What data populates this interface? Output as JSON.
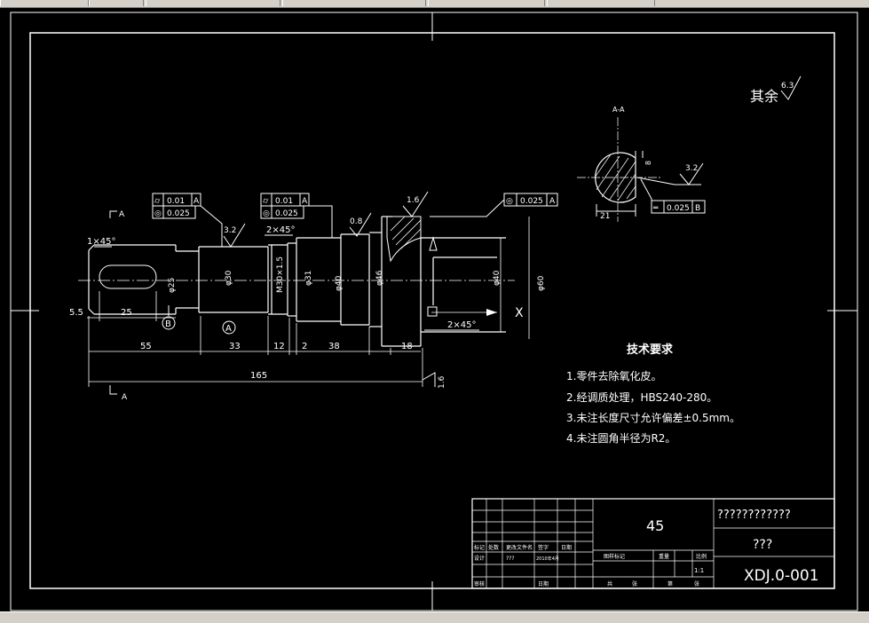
{
  "drawing": {
    "roughness_other_label": "其余",
    "roughness_other_value": "6.3",
    "section_title": "A-A",
    "section_label_start": "A",
    "section_label_end": "A",
    "chamfer_left": "1×45°",
    "chamfer_mid": "2×45°",
    "chamfer_right": "2×45°",
    "gt1": {
      "sym1": "⌭",
      "val1": "0.01",
      "ref1": "A",
      "sym2": "◎",
      "val2": "0.025"
    },
    "gt2": {
      "sym1": "⌭",
      "val1": "0.01",
      "ref1": "A",
      "sym2": "◎",
      "val2": "0.025"
    },
    "gt3": {
      "sym": "◎",
      "val": "0.025",
      "ref": "A"
    },
    "gt4": {
      "sym": "═",
      "val": "0.025",
      "ref": "B"
    },
    "rough1": "3.2",
    "rough2": "0.8",
    "rough3": "1.6",
    "rough4": "1.6",
    "rough5": "3.2",
    "datum_a": "A",
    "datum_b": "B",
    "dims": {
      "d1": "5.5",
      "d2": "25",
      "d3": "55",
      "d4": "33",
      "d5": "12",
      "d6": "2",
      "d7": "38",
      "d8": "18",
      "total": "165",
      "dia1": "φ25",
      "dia2": "φ30",
      "dia3": "M30×1.5",
      "dia4": "φ31",
      "dia5": "φ40",
      "dia6": "φ46",
      "dia7": "φ40",
      "dia8": "φ60",
      "keyway_w": "8",
      "keyway_d": "21"
    },
    "x_mark": "X"
  },
  "tech": {
    "title": "技术要求",
    "items": [
      "1.零件去除氧化皮。",
      "2.经调质处理，HBS240-280。",
      "3.未注长度尺寸允许偏差±0.5mm。",
      "4.未注圆角半径为R2。"
    ]
  },
  "titleblock": {
    "material": "45",
    "company": "????????????",
    "part_name": "???",
    "code": "XDJ.0-001",
    "scale": "1:1",
    "headers_left": [
      "标记",
      "处数",
      "更改文件名",
      "签字",
      "日期"
    ],
    "row_design": [
      "设计",
      "???",
      "2010年4月"
    ],
    "row_bottom": [
      "审核",
      "",
      "日期"
    ],
    "headers_mid": [
      "图样标记",
      "重量",
      "比例"
    ],
    "sheet_labels": [
      "共",
      "张",
      "第",
      "张"
    ]
  }
}
